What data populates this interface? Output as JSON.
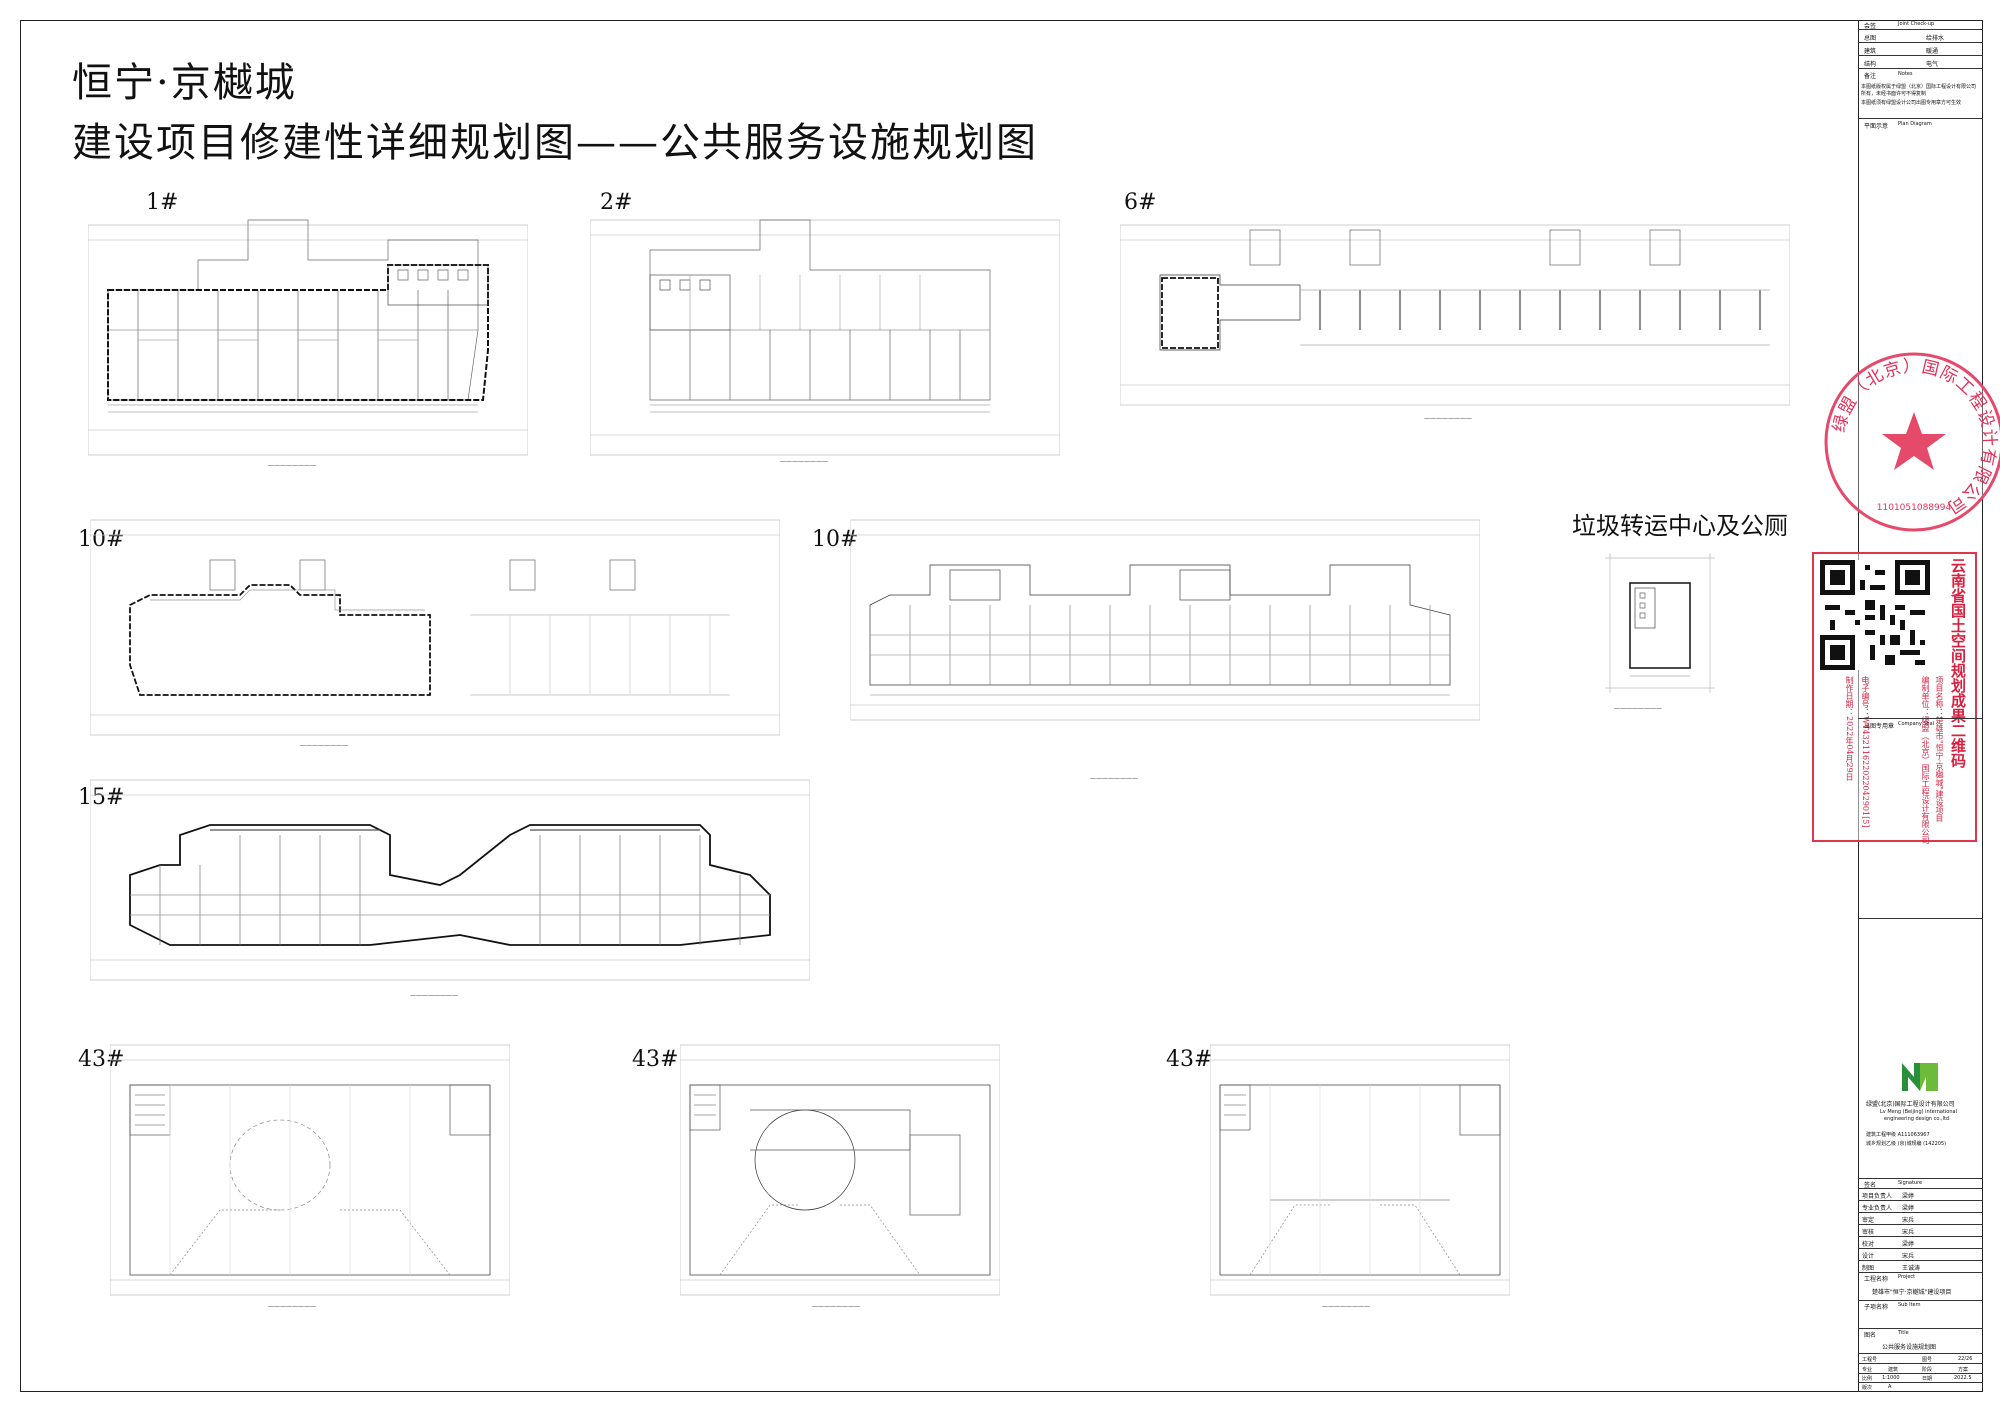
{
  "title": {
    "line1": "恒宁·京樾城",
    "line2": "建设项目修建性详细规划图——公共服务设施规划图"
  },
  "buildings": [
    {
      "id": "b1",
      "label": "1#"
    },
    {
      "id": "b2",
      "label": "2#"
    },
    {
      "id": "b6",
      "label": "6#"
    },
    {
      "id": "b10a",
      "label": "10#"
    },
    {
      "id": "b10b",
      "label": "10#"
    },
    {
      "id": "b15",
      "label": "15#"
    },
    {
      "id": "b43a",
      "label": "43#"
    },
    {
      "id": "b43b",
      "label": "43#"
    },
    {
      "id": "b43c",
      "label": "43#"
    }
  ],
  "garbage_station": {
    "title": "垃圾转运中心及公厕"
  },
  "qr_stamp": {
    "heading": "云南省国土空间规划成果二维码",
    "project": "项目名称：楚雄市\"恒宁·京樾城\"建设项目",
    "org": "编制单位：绿盟（北京）国际工程设计有限公司",
    "code": "电子编号：WT43211622022042901[5]",
    "date": "制作日期：2022年04月29日"
  },
  "round_stamp": {
    "text": "绿盟（北京）国际工程设计有限公司",
    "number": "1101051088994"
  },
  "title_block": {
    "seal_header": "会签",
    "seal_header_en": "Joint Check-up",
    "seal_rows": [
      {
        "k": "总图",
        "v": "给排水"
      },
      {
        "k": "建筑",
        "v": "暖通"
      },
      {
        "k": "结构",
        "v": "电气"
      }
    ],
    "notes_header": "备注",
    "notes_header_en": "Notes",
    "notes": [
      "本图纸版权属于绿盟（北京）国际工程设计有限公司所有，未经书面许可不得复制",
      "本图纸须有绿盟设计公司出图专用章方可生效"
    ],
    "key_plan": "平面示意",
    "key_plan_en": "Plan Diagram",
    "company_seal": "出图专用章",
    "company_seal_en": "Company Seal",
    "company_name": "绿盟(北京)国际工程设计有限公司",
    "company_en1": "Lv Meng (Beijing) international",
    "company_en2": "engineering design co.,ltd",
    "qual1": "建筑工程甲级  A111063967",
    "qual2": "城乡规划乙级  (京)城规编 (142205)",
    "signature_header": "签名",
    "signature_header_en": "Signature",
    "roles": [
      {
        "k": "项目负责人",
        "v": "梁婷"
      },
      {
        "k": "专业负责人",
        "v": "梁婷"
      },
      {
        "k": "审定",
        "v": "宋兵"
      },
      {
        "k": "审核",
        "v": "宋兵"
      },
      {
        "k": "校对",
        "v": "梁婷"
      },
      {
        "k": "设计",
        "v": "宋兵"
      },
      {
        "k": "制图",
        "v": "王诚涛"
      }
    ],
    "project_header": "工程名称",
    "project_header_en": "Project",
    "project_name": "楚雄市\"恒宁·京樾城\"建设项目",
    "subitem_header": "子项名称",
    "subitem_header_en": "Sub Item",
    "drawing_header": "图名",
    "drawing_header_en": "Title",
    "drawing_name": "公共服务设施规划图",
    "job_no_label": "工程号",
    "dwg_no_label": "图号",
    "dwg_no": "22/26",
    "discipline_label": "专业",
    "discipline": "建筑",
    "stage_label": "阶段",
    "stage": "方案",
    "scale_label": "比例",
    "scale": "1:1000",
    "date_label": "日期",
    "date": "2022.5",
    "version_label": "版次",
    "version": "A"
  }
}
